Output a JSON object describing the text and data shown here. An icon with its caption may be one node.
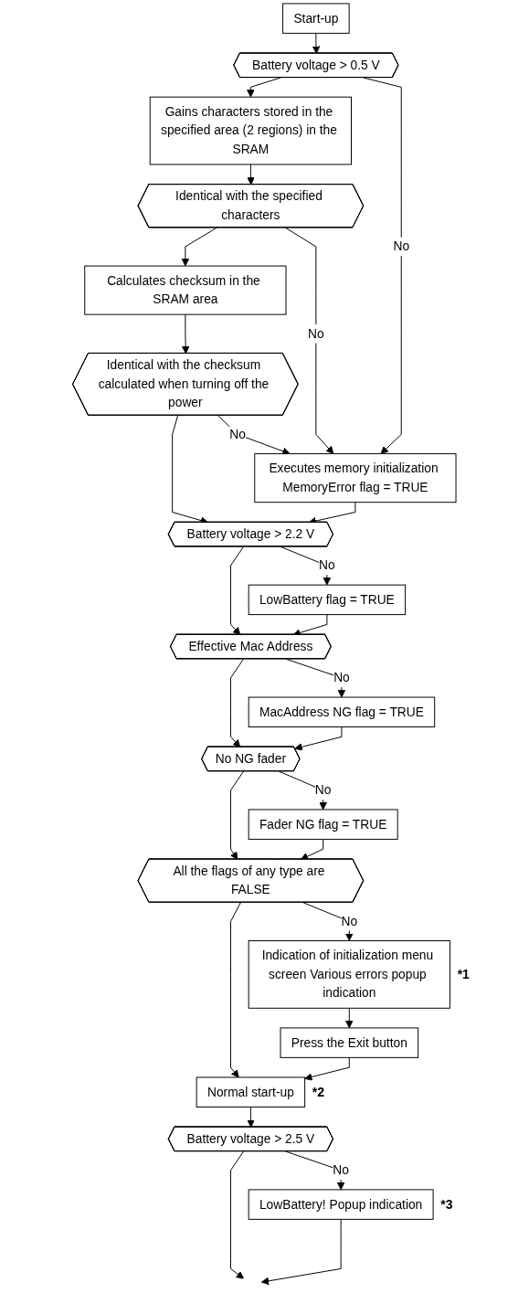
{
  "diagram": {
    "nodes": [
      {
        "text": [
          "Start-up"
        ]
      },
      {
        "text": [
          "Battery voltage > 0.5 V"
        ]
      },
      {
        "text": [
          "Gains characters stored in the specified area (2 regions) in the SRAM"
        ]
      },
      {
        "text": [
          "Identical with the specified characters"
        ]
      },
      {
        "text": [
          "Calculates checksum in the SRAM area"
        ]
      },
      {
        "text": [
          "Identical with the checksum calculated when turning off the power"
        ]
      },
      {
        "text": [
          "Executes memory initialization MemoryError flag = TRUE"
        ]
      },
      {
        "text": [
          "Battery voltage > 2.2 V"
        ]
      },
      {
        "text": [
          "LowBattery flag = TRUE"
        ]
      },
      {
        "text": [
          "Effective Mac Address"
        ]
      },
      {
        "text": [
          "MacAddress NG flag = TRUE"
        ]
      },
      {
        "text": [
          "No NG fader"
        ]
      },
      {
        "text": [
          "Fader NG flag = TRUE"
        ]
      },
      {
        "text": [
          "All the flags of any type are FALSE"
        ]
      },
      {
        "text": [
          "Indication of initialization menu screen Various errors popup indication"
        ],
        "beside": [
          "*1"
        ]
      },
      {
        "text": [
          "Press the Exit button"
        ]
      },
      {
        "text": [
          "Normal start-up"
        ],
        "beside": [
          "*2"
        ]
      },
      {
        "text": [
          "Battery voltage > 2.5 V"
        ]
      },
      {
        "text": [
          "LowBattery! Popup indication"
        ],
        "beside": [
          "*3"
        ]
      }
    ],
    "edges": [
      {
        "from": 0,
        "to": 1,
        "arrow": "to"
      },
      {
        "from": 1,
        "to": 2,
        "arrow": "to"
      },
      {
        "from": 1,
        "to": 6,
        "arrow": "to",
        "label": "No"
      },
      {
        "from": 2,
        "to": 3,
        "arrow": "to"
      },
      {
        "from": 3,
        "to": 4,
        "arrow": "to"
      },
      {
        "from": 3,
        "to": 6,
        "arrow": "to",
        "label": "No"
      },
      {
        "from": 4,
        "to": 5,
        "arrow": "to"
      },
      {
        "from": 5,
        "to": 7,
        "arrow": "to"
      },
      {
        "from": 5,
        "to": 6,
        "arrow": "to",
        "label": "No"
      },
      {
        "from": 6,
        "to": 7,
        "arrow": "to"
      },
      {
        "from": 7,
        "to": 9,
        "arrow": "to"
      },
      {
        "from": 7,
        "to": 8,
        "arrow": "to",
        "label": "No"
      },
      {
        "from": 8,
        "to": 9,
        "arrow": "to"
      },
      {
        "from": 9,
        "to": 11,
        "arrow": "to"
      },
      {
        "from": 9,
        "to": 10,
        "arrow": "to",
        "label": "No"
      },
      {
        "from": 10,
        "to": 11,
        "arrow": "to"
      },
      {
        "from": 11,
        "to": 13,
        "arrow": "to"
      },
      {
        "from": 11,
        "to": 12,
        "arrow": "to",
        "label": "No"
      },
      {
        "from": 12,
        "to": 13,
        "arrow": "to"
      },
      {
        "from": 13,
        "to": 16,
        "arrow": "to"
      },
      {
        "from": 13,
        "to": 14,
        "arrow": "to",
        "label": "No"
      },
      {
        "from": 14,
        "to": 15,
        "arrow": "to"
      },
      {
        "from": 15,
        "to": 16,
        "arrow": "to"
      },
      {
        "from": 16,
        "to": 17,
        "arrow": "to"
      },
      {
        "from": 17,
        "to": null,
        "arrow": "to"
      },
      {
        "from": 17,
        "to": 18,
        "arrow": "to",
        "label": "No"
      },
      {
        "from": 18,
        "to": null,
        "arrow": "to"
      }
    ]
  }
}
